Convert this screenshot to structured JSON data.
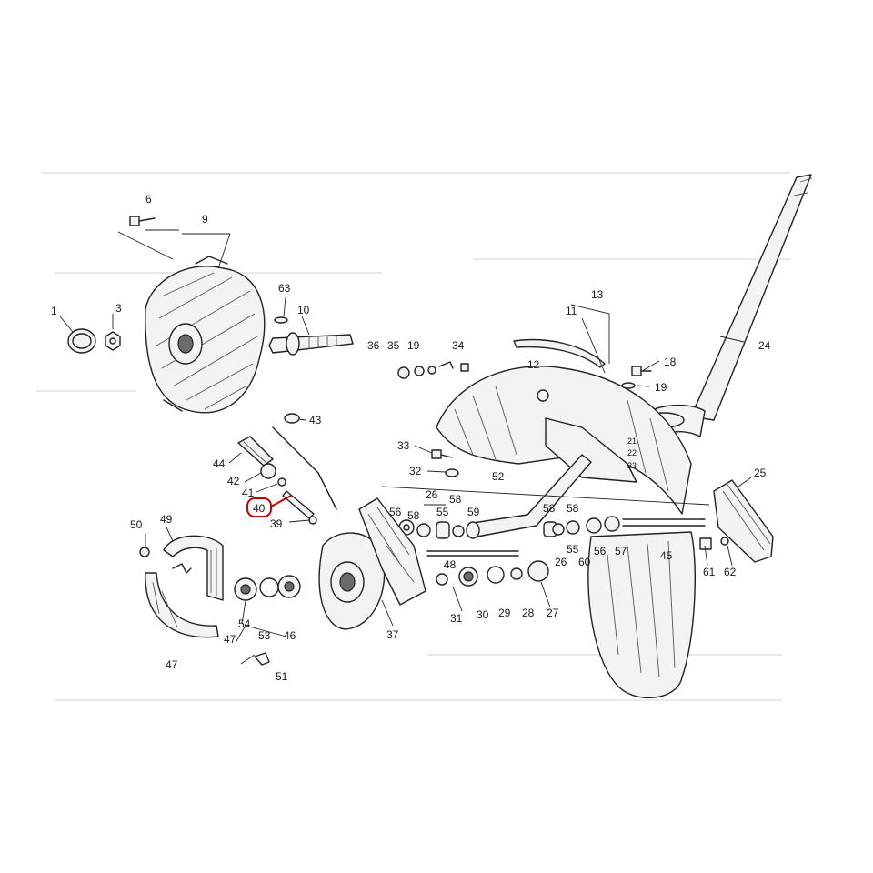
{
  "highlight": {
    "color": "#cc0000",
    "label": "40"
  },
  "labels": {
    "n1": "1",
    "n3": "3",
    "n6": "6",
    "n9": "9",
    "n63": "63",
    "n10": "10",
    "n36": "36",
    "n35": "35",
    "n19a": "19",
    "n34": "34",
    "n11": "11",
    "n13": "13",
    "n12": "12",
    "n18": "18",
    "n19b": "19",
    "n24": "24",
    "n43": "43",
    "n44": "44",
    "n42": "42",
    "n41": "41",
    "n40": "40",
    "n39": "39",
    "n33": "33",
    "n32": "32",
    "n26a": "26",
    "n58a": "58",
    "n52": "52",
    "n56a": "56",
    "n58b": "58",
    "n55a": "55",
    "n59": "59",
    "n58c": "58",
    "n58d": "58",
    "n55b": "55",
    "n56b": "56",
    "n57": "57",
    "n45": "45",
    "n26b": "26",
    "n60": "60",
    "n21": "21",
    "n22": "22",
    "n23": "23",
    "n25": "25",
    "n61": "61",
    "n62": "62",
    "n50": "50",
    "n49": "49",
    "n54": "54",
    "n53": "53",
    "n46": "46",
    "n47a": "47",
    "n47b": "47",
    "n51": "51",
    "n37": "37",
    "n48": "48",
    "n31": "31",
    "n30": "30",
    "n29": "29",
    "n28": "28",
    "n27": "27"
  }
}
